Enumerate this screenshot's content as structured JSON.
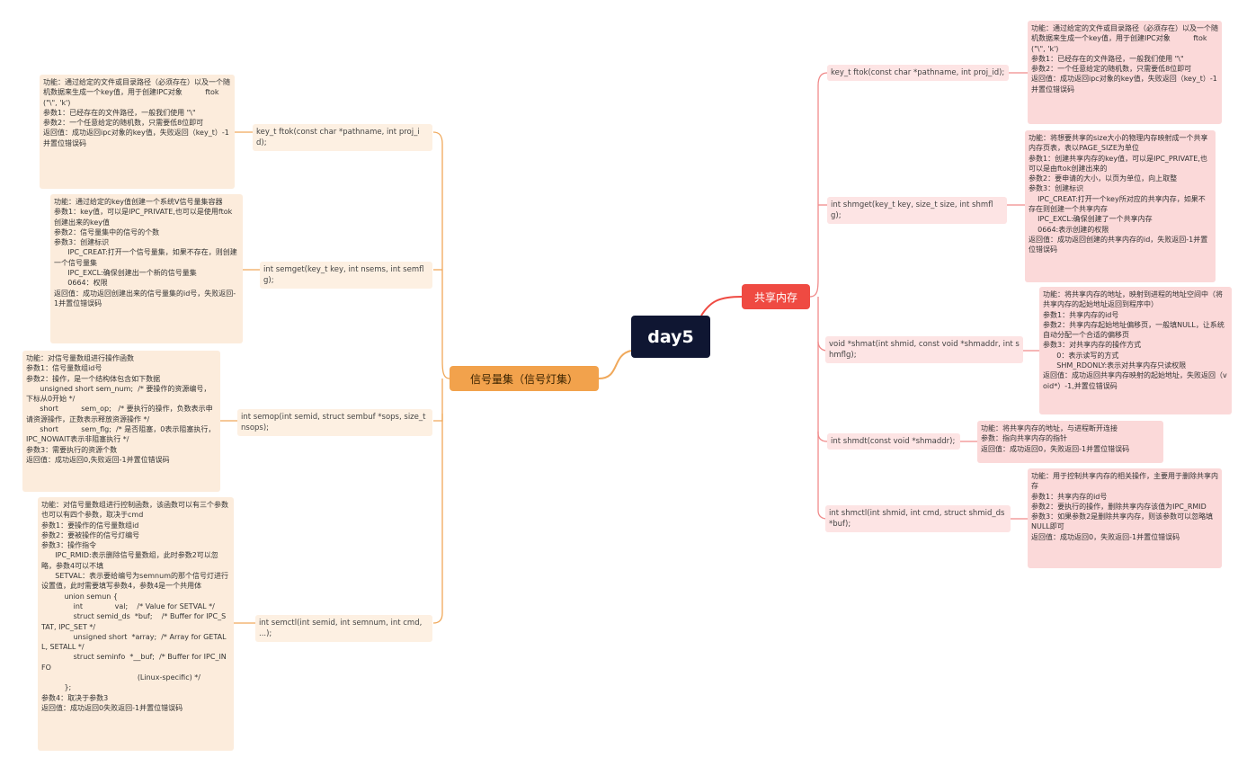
{
  "root": {
    "title": "day5"
  },
  "branches": {
    "semaphore": {
      "label": "信号量集（信号灯集）",
      "items": [
        {
          "func": "key_t ftok(const char *pathname, int proj_id);",
          "detail": "功能：通过给定的文件或目录路径（必须存在）以及一个随机数据来生成一个key值，用于创建IPC对象          ftok(\"\\\", 'k')\n参数1：已经存在的文件路径，一般我们使用 \"\\\"\n参数2：一个任意给定的随机数，只需要低8位即可\n返回值：成功返回ipc对象的key值，失败返回（key_t）-1并置位错误码"
        },
        {
          "func": "int semget(key_t key, int nsems, int semflg);",
          "detail": "功能：通过给定的key值创建一个系统V信号量集容器\n参数1：key值，可以是IPC_PRIVATE,也可以是使用ftok创建出来的key值\n参数2：信号量集中的信号的个数\n参数3：创建标识\n      IPC_CREAT:打开一个信号量集，如果不存在，则创建一个信号量集\n      IPC_EXCL:确保创建出一个新的信号量集\n      0664：权限\n返回值：成功返回创建出来的信号量集的id号，失败返回-1并置位错误码"
        },
        {
          "func": "int semop(int semid, struct sembuf *sops, size_t nsops);",
          "detail": "功能：对信号量数组进行操作函数\n参数1：信号量数组id号\n参数2：操作，是一个结构体包含如下数据\n      unsigned short sem_num;  /* 要操作的资源编号，下标从0开始 */\n      short          sem_op;   /* 要执行的操作，负数表示申请资源操作，正数表示释放资源操作 */\n      short          sem_flg;  /* 是否阻塞，0表示阻塞执行，IPC_NOWAIT表示非阻塞执行 */\n参数3：需要执行的资源个数\n返回值：成功返回0,失败返回-1并置位错误码"
        },
        {
          "func": "int semctl(int semid, int semnum, int cmd, ...);",
          "detail": "功能：对信号量数组进行控制函数，该函数可以有三个参数也可以有四个参数，取决于cmd\n参数1：要操作的信号量数组id\n参数2：要被操作的信号灯编号\n参数3：操作指令\n      IPC_RMID:表示删除信号量数组，此时参数2可以忽略，参数4可以不填\n      SETVAL：表示要给编号为semnum的那个信号灯进行设置值，此时需要填写参数4，参数4是一个共用体\n          union semun {\n              int              val;    /* Value for SETVAL */\n              struct semid_ds  *buf;    /* Buffer for IPC_STAT, IPC_SET */\n              unsigned short  *array;  /* Array for GETALL, SETALL */\n              struct seminfo  *__buf;  /* Buffer for IPC_INFO\n                                          (Linux-specific) */\n          };\n参数4：取决于参数3\n返回值：成功返回0失败返回-1并置位错误码"
        }
      ]
    },
    "shm": {
      "label": "共享内存",
      "items": [
        {
          "func": "key_t ftok(const char *pathname, int proj_id);",
          "detail": "功能：通过给定的文件或目录路径（必须存在）以及一个随机数据来生成一个key值，用于创建IPC对象          ftok(\"\\\", 'k')\n参数1：已经存在的文件路径，一般我们使用 \"\\\"\n参数2：一个任意给定的随机数，只需要低8位即可\n返回值：成功返回ipc对象的key值，失败返回（key_t）-1并置位错误码"
        },
        {
          "func": "int shmget(key_t key, size_t size, int shmflg);",
          "detail": "功能：将想要共享的size大小的物理内存映射成一个共享内存页表，表以PAGE_SIZE为单位\n参数1：创建共享内存的key值，可以是IPC_PRIVATE,也可以是由ftok创建出来的\n参数2：要申请的大小，以页为单位，向上取整\n参数3：创建标识\n    IPC_CREAT:打开一个key所对应的共享内存，如果不存在则创建一个共享内存\n    IPC_EXCL:确保创建了一个共享内存\n    0664:表示创建的权限\n返回值：成功返回创建的共享内存的id，失败返回-1并置位错误码"
        },
        {
          "func": " void *shmat(int shmid, const void *shmaddr, int shmflg);",
          "detail": "功能：将共享内存的地址，映射到进程的地址空间中（将共享内存的起始地址返回到程序中）\n参数1：共享内存的id号\n参数2：共享内存起始地址偏移页，一般填NULL，让系统自动分配一个合适的偏移页\n参数3：对共享内存的操作方式\n      0：表示读写的方式\n      SHM_RDONLY:表示对共享内存只读权限\n返回值：成功返回共享内存映射的起始地址，失败返回（void*）-1,并置位错误码"
        },
        {
          "func": "int shmdt(const void *shmaddr);",
          "detail": "功能：将共享内存的地址，与进程断开连接\n参数：指向共享内存的指针\n返回值：成功返回0，失败返回-1并置位错误码"
        },
        {
          "func": "int shmctl(int shmid, int cmd, struct shmid_ds *buf);",
          "detail": "功能：用于控制共享内存的相关操作，主要用于删除共享内存\n参数1：共享内存的id号\n参数2：要执行的操作，删除共享内存该值为IPC_RMID\n参数3：如果参数2是删除共享内存，则该参数可以忽略填NULL即可\n返回值：成功返回0，失败返回-1并置位错误码"
        }
      ]
    }
  },
  "colors": {
    "root_bg": "#0f1632",
    "semaphore_branch": "#f2a24c",
    "shm_branch": "#ef4a42",
    "semaphore_line": "#f0a85a",
    "shm_line": "#f08a8a"
  }
}
